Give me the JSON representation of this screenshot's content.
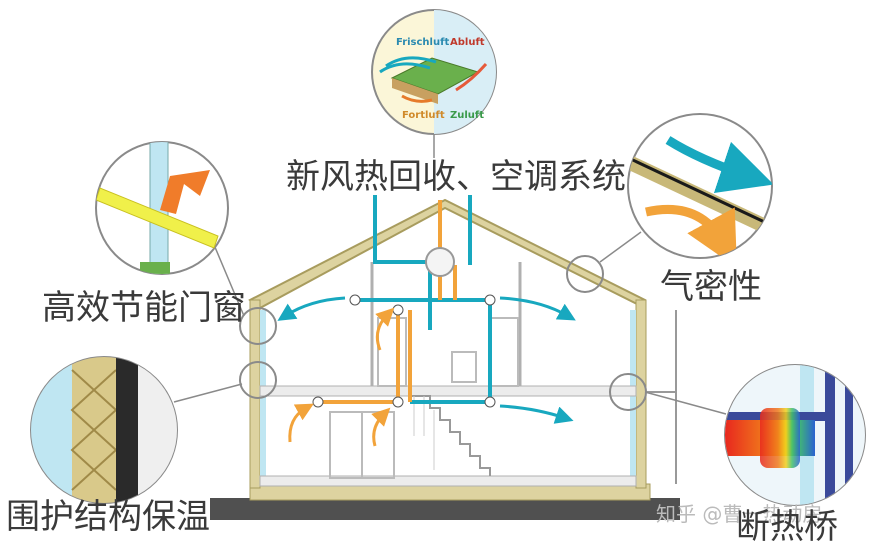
{
  "labels": {
    "ventilation": "新风热回收、空调系统",
    "windows": "高效节能门窗",
    "airtightness": "气密性",
    "envelope": "围护结构保温",
    "thermal_bridge": "断热桥"
  },
  "heat_exchanger_labels": {
    "fresh_air": "Frischluft",
    "exhaust_air": "Abluft",
    "outgoing_air": "Fortluft",
    "supply_air": "Zuluft"
  },
  "watermark": "知乎 @曹一热动房",
  "colors": {
    "wall": "#ddd3a0",
    "wall_stroke": "#a89c5e",
    "glass": "#bfe6f2",
    "cyan_duct": "#18a8bf",
    "orange_duct": "#f2a33a",
    "ground": "#505050",
    "circle_stroke": "#8a8a8a"
  }
}
